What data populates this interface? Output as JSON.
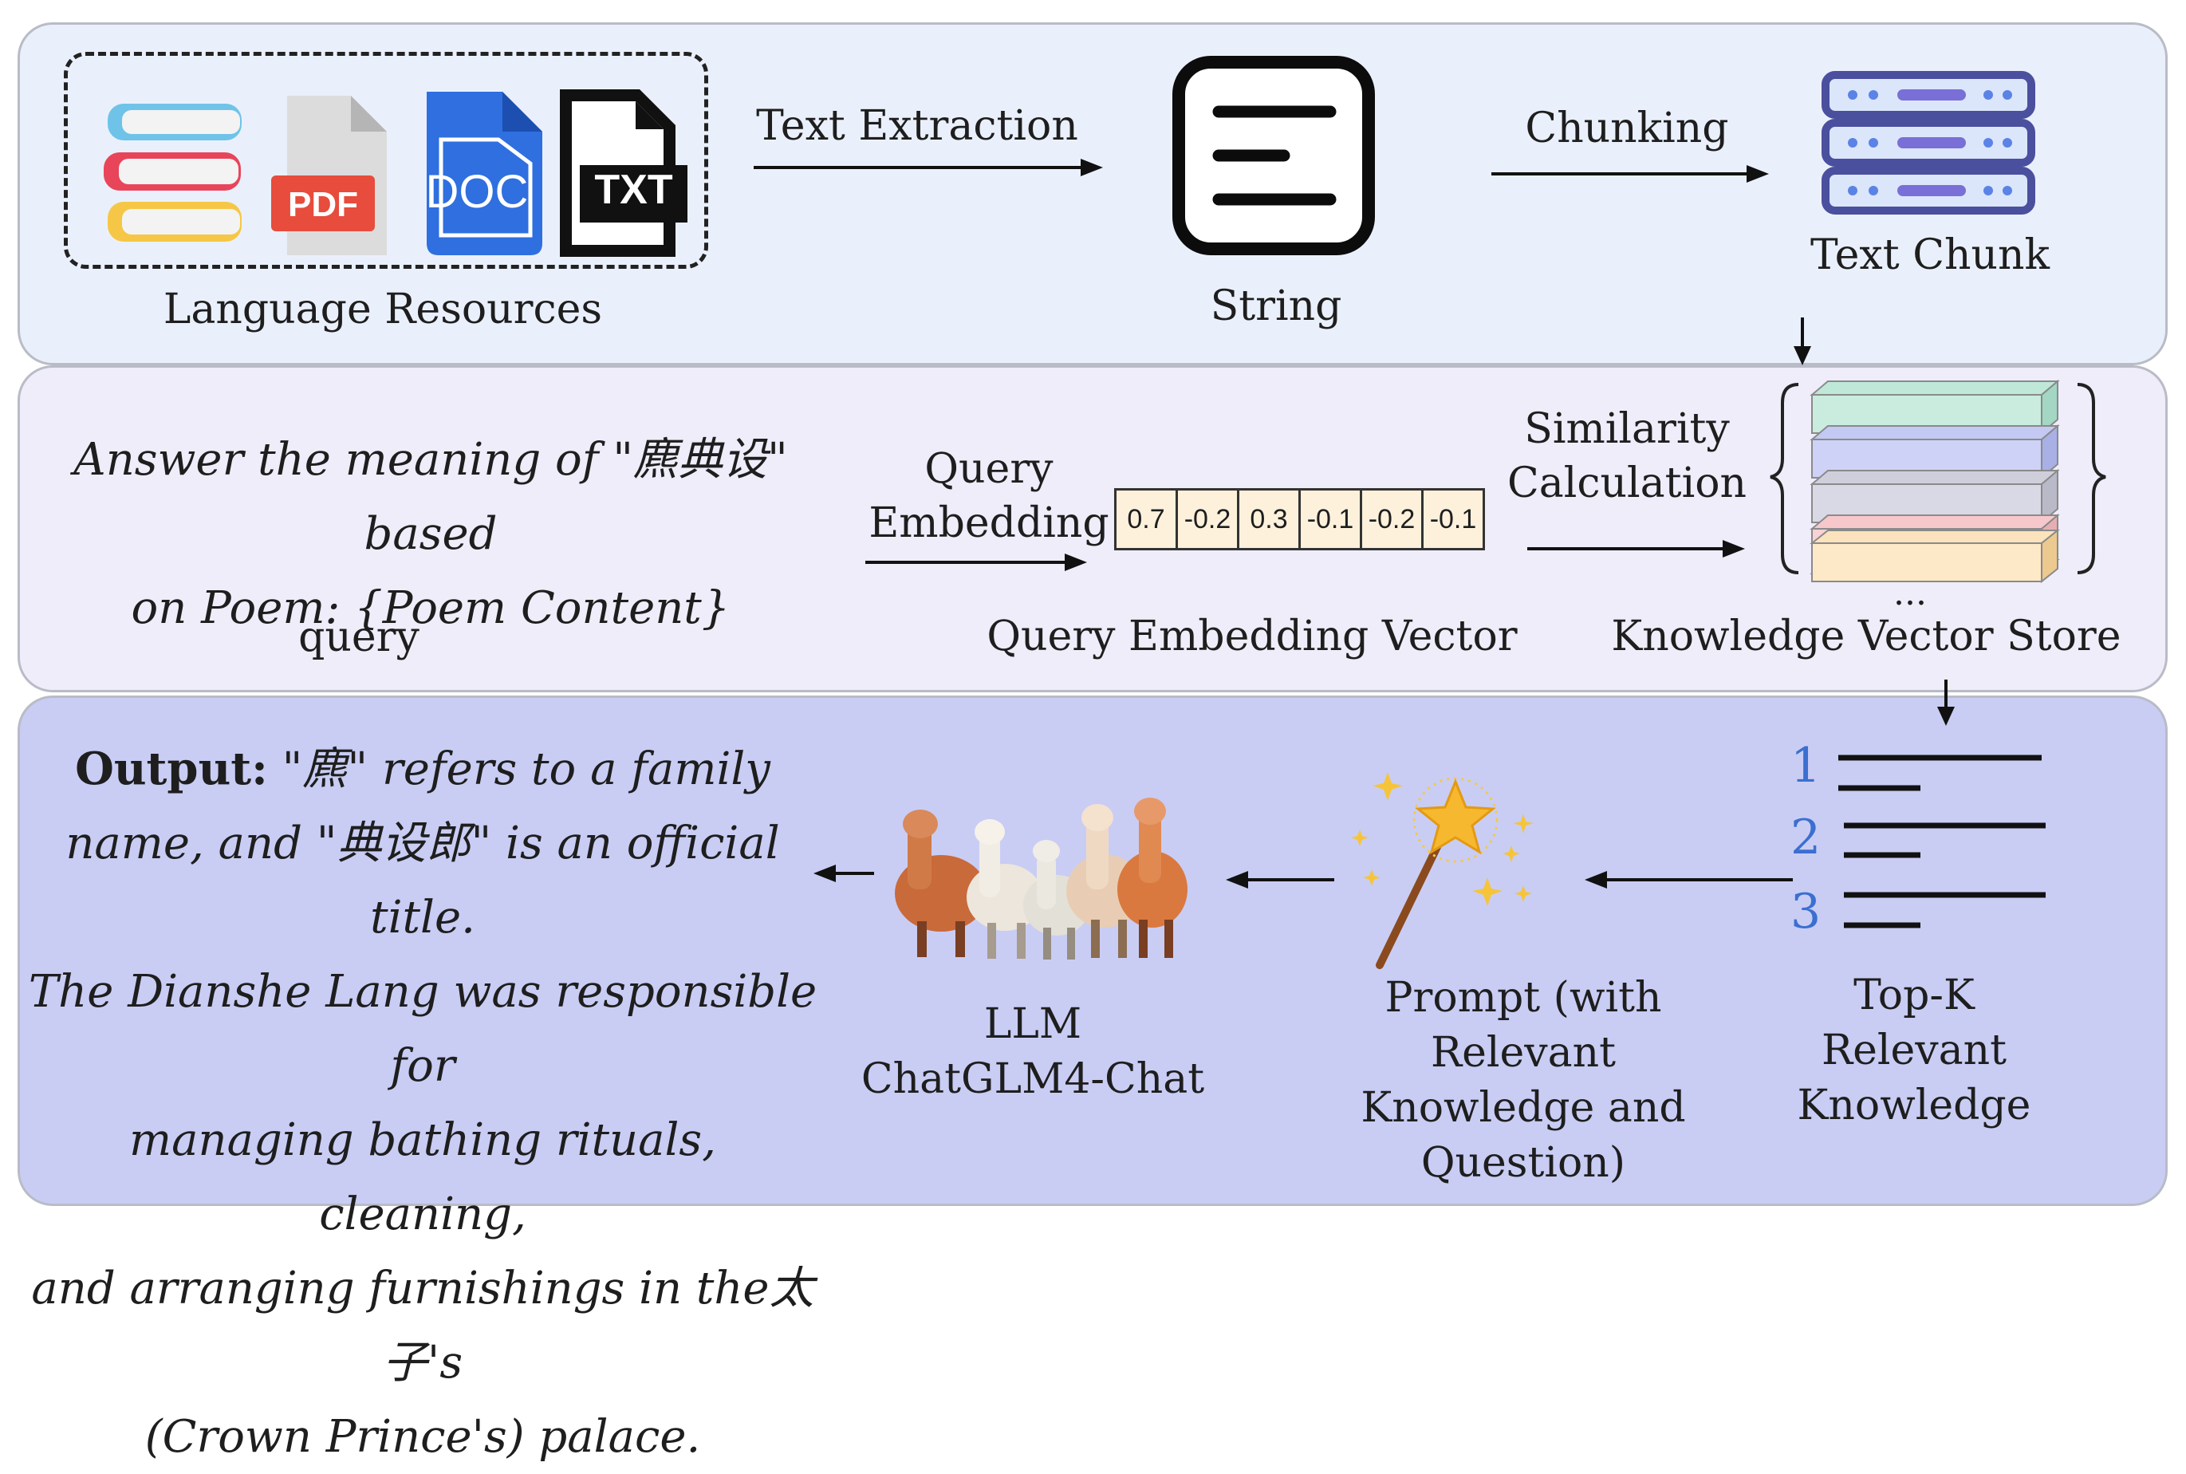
{
  "row1": {
    "pdf_label": "PDF",
    "doc_label": "DOC",
    "txt_label": "TXT",
    "language_resources": "Language Resources",
    "text_extraction": "Text Extraction",
    "string": "String",
    "chunking": "Chunking",
    "text_chunk": "Text Chunk"
  },
  "row2": {
    "query_text_line1": "Answer the meaning of \"麃典设\" based",
    "query_text_line2": "on Poem: {Poem Content}",
    "query": "query",
    "query_embedding_line1": "Query",
    "query_embedding_line2": "Embedding",
    "vector_values": [
      "0.7",
      "-0.2",
      "0.3",
      "-0.1",
      "-0.2",
      "-0.1"
    ],
    "query_embedding_vector": "Query Embedding Vector",
    "similarity_line1": "Similarity",
    "similarity_line2": "Calculation",
    "store_ellipsis": "...",
    "knowledge_vector_store": "Knowledge Vector Store"
  },
  "row3": {
    "output_label": "Output:",
    "output_line1": " \"麃\" refers to a family",
    "output_line2": "name, and \"典设郎\" is an official title.",
    "output_line3": "The Dianshe Lang was responsible for",
    "output_line4": "managing bathing rituals, cleaning,",
    "output_line5": "and arranging furnishings in the太子's",
    "output_line6": "(Crown Prince's) palace.",
    "llm_line1": "LLM",
    "llm_line2": "ChatGLM4-Chat",
    "prompt_line1": "Prompt (with",
    "prompt_line2": "Relevant",
    "prompt_line3": "Knowledge and",
    "prompt_line4": "Question)",
    "rank1": "1",
    "rank2": "2",
    "rank3": "3",
    "topk_line1": "Top-K",
    "topk_line2": "Relevant",
    "topk_line3": "Knowledge"
  },
  "colors": {
    "panel_top": "#eaf0fb",
    "panel_middle": "#eeedf9",
    "panel_bottom": "#c9cdf4",
    "rank_blue": "#3b6fd0",
    "server_purple": "#4a4f9e"
  }
}
